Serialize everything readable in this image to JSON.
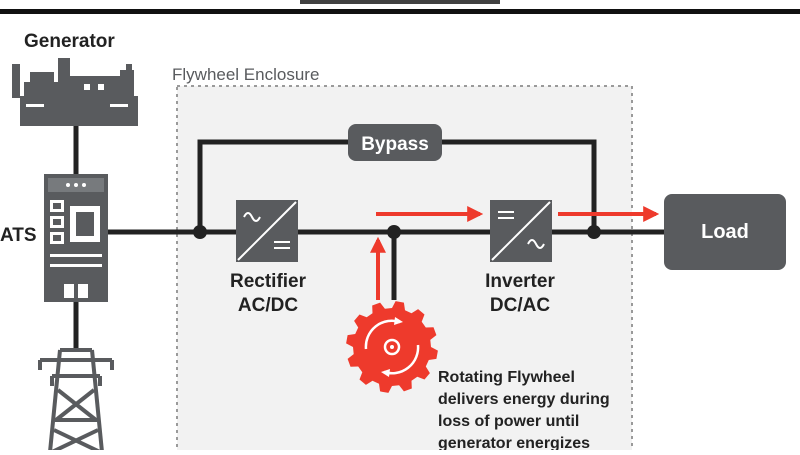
{
  "colors": {
    "dark": "#595b5e",
    "red": "#ee3a2c",
    "line": "#222222",
    "enclosure_fill": "#f2f2f2",
    "enclosure_border": "#9a9a9a",
    "white": "#ffffff"
  },
  "labels": {
    "generator": "Generator",
    "ats": "ATS",
    "enclosure": "Flywheel Enclosure",
    "bypass": "Bypass",
    "load": "Load",
    "rectifier_line1": "Rectifier",
    "rectifier_line2": "AC/DC",
    "inverter_line1": "Inverter",
    "inverter_line2": "DC/AC",
    "flywheel_desc": [
      "Rotating Flywheel",
      "delivers energy during",
      "loss of power until",
      "generator energizes"
    ]
  },
  "icons": {
    "generator": "generator-icon",
    "ats": "ats-cabinet-icon",
    "tower": "power-tower-icon",
    "rectifier": "sine-to-dc-icon",
    "inverter": "dc-to-sine-icon",
    "flywheel": "gear-rotation-icon"
  }
}
